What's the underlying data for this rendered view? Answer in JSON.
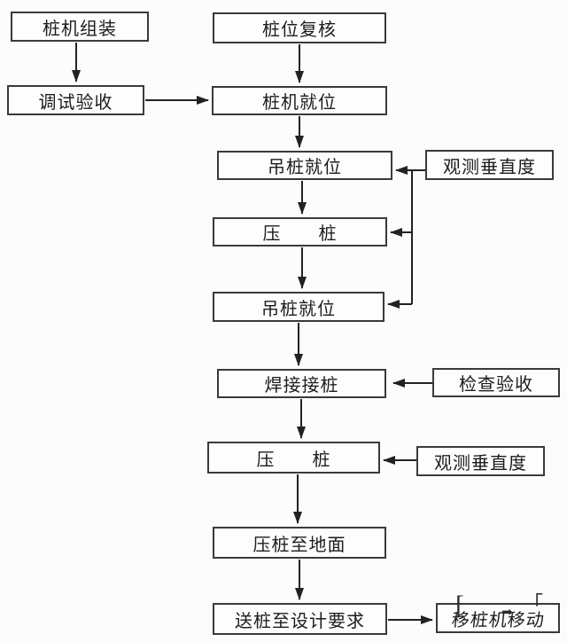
{
  "diagram": {
    "type": "flowchart",
    "language": "zh",
    "background_color": "#fcfcfc",
    "box_border_color": "#3a3a3a",
    "line_color": "#222222",
    "text_color": "#1c1c1c"
  },
  "nodes": [
    {
      "id": "pile-rig-assembly",
      "label": "桩机组装"
    },
    {
      "id": "debug-and-acceptance",
      "label": "调试验收"
    },
    {
      "id": "pile-position-recheck",
      "label": "桩位复核"
    },
    {
      "id": "pile-rig-in-place",
      "label": "桩机就位"
    },
    {
      "id": "hoist-pile-in-place-1",
      "label": "吊桩就位"
    },
    {
      "id": "observe-verticality-1",
      "label": "观测垂直度"
    },
    {
      "id": "press-pile-1",
      "label": "压　　桩"
    },
    {
      "id": "hoist-pile-in-place-2",
      "label": "吊桩就位"
    },
    {
      "id": "weld-pile-splice",
      "label": "焊接接桩"
    },
    {
      "id": "inspection-acceptance",
      "label": "检查验收"
    },
    {
      "id": "press-pile-2",
      "label": "压　　桩"
    },
    {
      "id": "observe-verticality-2",
      "label": "观测垂直度"
    },
    {
      "id": "press-pile-to-ground",
      "label": "压桩至地面"
    },
    {
      "id": "send-pile-to-design",
      "label": "送桩至设计要求"
    },
    {
      "id": "move-pile-rig",
      "label": "移桩机移动"
    }
  ],
  "edges": [
    {
      "from": "pile-rig-assembly",
      "to": "debug-and-acceptance"
    },
    {
      "from": "debug-and-acceptance",
      "to": "pile-rig-in-place"
    },
    {
      "from": "pile-position-recheck",
      "to": "pile-rig-in-place"
    },
    {
      "from": "pile-rig-in-place",
      "to": "hoist-pile-in-place-1"
    },
    {
      "from": "hoist-pile-in-place-1",
      "to": "press-pile-1"
    },
    {
      "from": "press-pile-1",
      "to": "hoist-pile-in-place-2"
    },
    {
      "from": "hoist-pile-in-place-2",
      "to": "weld-pile-splice"
    },
    {
      "from": "weld-pile-splice",
      "to": "press-pile-2"
    },
    {
      "from": "press-pile-2",
      "to": "press-pile-to-ground"
    },
    {
      "from": "press-pile-to-ground",
      "to": "send-pile-to-design"
    },
    {
      "from": "send-pile-to-design",
      "to": "move-pile-rig"
    },
    {
      "from": "observe-verticality-1",
      "to": "hoist-pile-in-place-1"
    },
    {
      "from": "observe-verticality-1",
      "to": "press-pile-1"
    },
    {
      "from": "observe-verticality-1",
      "to": "hoist-pile-in-place-2"
    },
    {
      "from": "inspection-acceptance",
      "to": "weld-pile-splice"
    },
    {
      "from": "observe-verticality-2",
      "to": "press-pile-2"
    }
  ],
  "watermark": {
    "bracket": "[",
    "arrow": "➡",
    "corner": "「"
  }
}
